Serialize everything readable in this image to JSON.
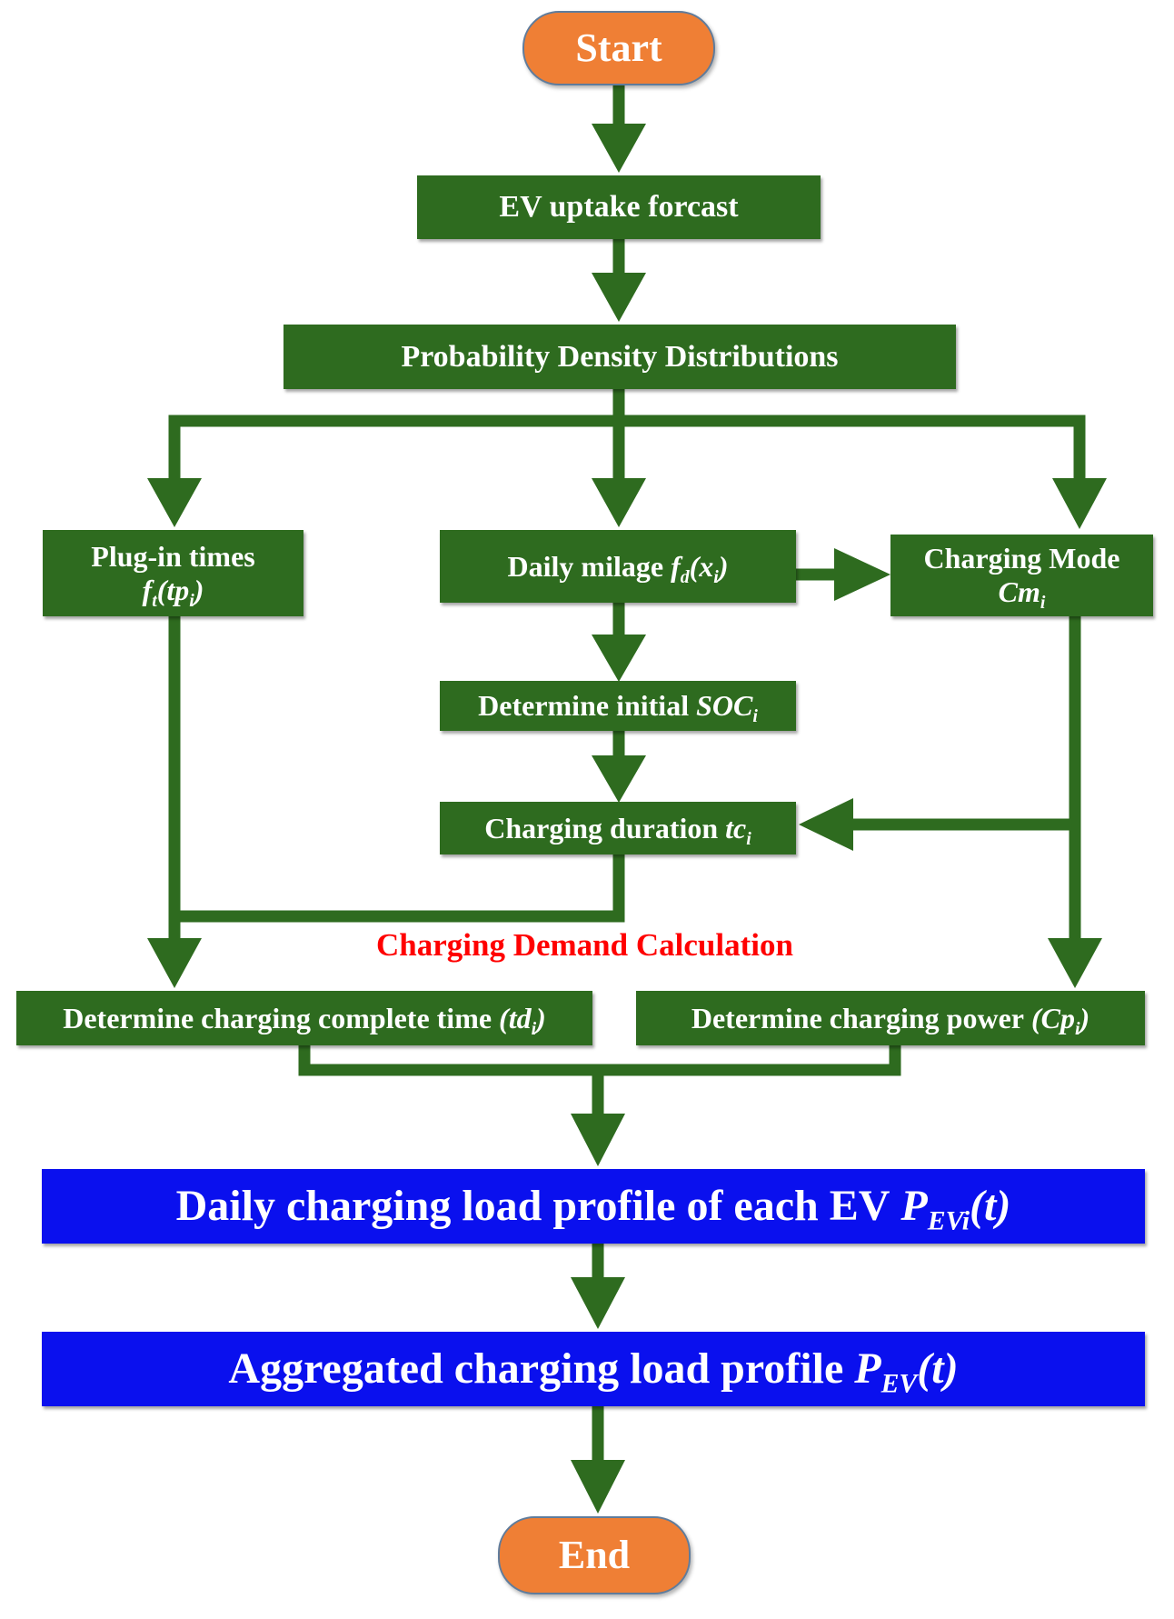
{
  "diagram": {
    "nodes": {
      "start": {
        "label": "Start"
      },
      "ev_uptake": {
        "label": "EV uptake forcast"
      },
      "pdd": {
        "label": "Probability Density Distributions"
      },
      "plugin": {
        "label": "Plug-in times",
        "math_f": "f",
        "math_sub": "t",
        "math_arg": "(tp",
        "math_arg_sub": "i",
        "math_close": ")"
      },
      "mileage": {
        "label": "Daily milage",
        "math_f": "f",
        "math_sub": "d",
        "math_arg": "(x",
        "math_arg_sub": "i",
        "math_close": ")"
      },
      "mode": {
        "label": "Charging Mode",
        "math": "Cm",
        "math_sub": "i"
      },
      "soc": {
        "label": "Determine initial",
        "math": "SOC",
        "math_sub": "i"
      },
      "duration": {
        "label": "Charging duration",
        "math": "tc",
        "math_sub": "i"
      },
      "complete_time": {
        "label": "Determine charging complete time",
        "math": "(td",
        "math_sub": "i",
        "math_close": ")"
      },
      "power": {
        "label": "Determine charging power",
        "math": "(Cp",
        "math_sub": "i",
        "math_close": ")"
      },
      "daily_profile": {
        "label": "Daily charging load profile of each EV",
        "math": "P",
        "math_sub": "EVi",
        "math_close": "(t)"
      },
      "aggregated": {
        "label": "Aggregated charging load profile",
        "math": "P",
        "math_sub": "EV",
        "math_close": "(t)"
      },
      "end": {
        "label": "End"
      }
    },
    "annotations": {
      "demand_calc": "Charging Demand Calculation"
    },
    "colors": {
      "process_box": "#2e6b1f",
      "arrow": "#2e6b1f",
      "result_box": "#0a10ee",
      "terminal": "#ef7f35",
      "annotation": "#ff0000"
    }
  }
}
